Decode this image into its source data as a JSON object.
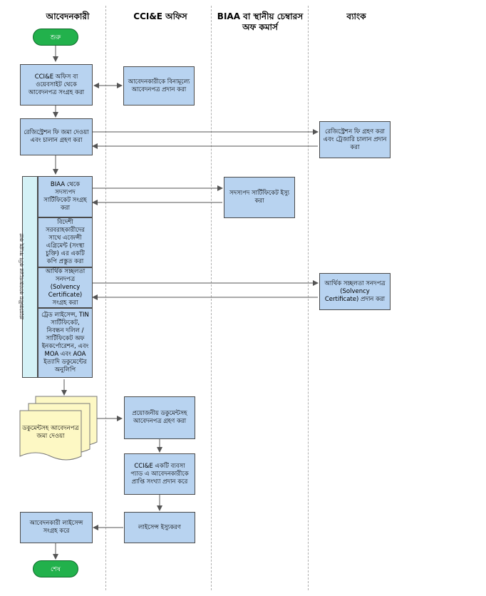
{
  "lanes": {
    "applicant": "আবেদনকারী",
    "office": "CCI&E অফিস",
    "chamber_line1": "BIAA বা স্থানীয় চেম্বারস",
    "chamber_line2": "অফ কমার্স",
    "bank": "ব্যাংক"
  },
  "terminals": {
    "start": "শুরু",
    "end": "শেষ"
  },
  "steps": {
    "collect_form": "CCI&E অফিস বা ওয়েবসাইট থেকে আবেদনপত্র সংগ্রহ করা",
    "provide_form": "আবেদনকারীকে বিনামূল্যে আবেদনপত্র প্রদান করা",
    "pay_fee": "রেজিস্ট্রেশন ফি জমা দেওয়া এবং চালান গ্রহণ করা",
    "receive_fee": "রেজিস্ট্রেশন ফি গ্রহণ করা এবং ট্রেজারি চালান প্রদান করা",
    "get_membership": "BIAA থেকে সদস্যপদ সার্টিফিকেট সংগ্রহ করা",
    "issue_membership": "সদস্যপদ সার্টিফিকেট ইস্যু করা",
    "agency_agreement": "বিদেশী সরবরাহকারীদের সাথে এজেন্সী এগ্রিমেন্ট (সংস্থা চুক্তি) এর একটি কপি প্রস্তুত করা",
    "solvency_collect": "আর্থিক সচ্ছলতা সনদপত্র (Solvency Certificate) সংগ্রহ করা",
    "solvency_provide": "আর্থিক সচ্ছলতা সনদপত্র (Solvency Certificate) প্রদান করা",
    "trade_docs": "ট্রেড লাইসেন্স, TIN সার্টিফিকেট, নিবন্ধন দলিল / সার্টিফিকেট অফ ইনকর্পোরেশন, এবং MOA এবং AOA ইত্যাদি ডকুমেন্টের অনুলিপি",
    "side_label": "প্রয়োজনীয় কাগজপত্রের কপি সংগ্রহ করা",
    "submit_docs": "ডকুমেন্টসহ আবেদনপত্র জমা দেওয়া",
    "accept_docs": "প্রয়োজনীয় ডকুমেন্টসহ আবেদনপত্র গ্রহণ করা",
    "issue_receipt": "CCI&E একটি ব্যবসা প্যাড এ আবেদনকারীকে প্রাপ্তি সংখ্যা প্রদান করে",
    "issue_license": "লাইসেন্স ইস্যুকরণ",
    "collect_license": "আবেদনকারী লাইসেন্স সংগ্রহ করে"
  },
  "colors": {
    "process_fill": "#b8d3f0",
    "terminal_fill": "#22b14c",
    "document_fill": "#fdf8c4",
    "group_fill": "#d4f1f6",
    "arrow": "#555555"
  }
}
